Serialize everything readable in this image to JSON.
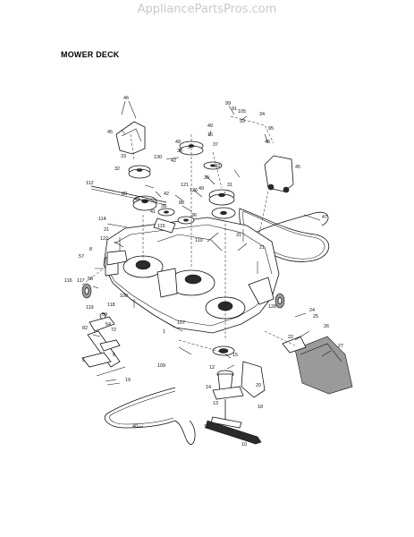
{
  "watermark": "AppliancePartsPros.com",
  "title": "MOWER DECK",
  "callouts": [
    {
      "id": "c46a",
      "label": "46"
    },
    {
      "id": "c45a",
      "label": "45"
    },
    {
      "id": "c99",
      "label": "99"
    },
    {
      "id": "c91",
      "label": "91"
    },
    {
      "id": "c105",
      "label": "105"
    },
    {
      "id": "c93",
      "label": "93"
    },
    {
      "id": "c34",
      "label": "34"
    },
    {
      "id": "c95",
      "label": "95"
    },
    {
      "id": "c49a",
      "label": "49"
    },
    {
      "id": "c16",
      "label": "16"
    },
    {
      "id": "c37",
      "label": "37"
    },
    {
      "id": "c49b",
      "label": "49"
    },
    {
      "id": "c130",
      "label": "130"
    },
    {
      "id": "c38",
      "label": "38"
    },
    {
      "id": "c33a",
      "label": "33"
    },
    {
      "id": "c42a",
      "label": "42"
    },
    {
      "id": "c32",
      "label": "32"
    },
    {
      "id": "c46b",
      "label": "46"
    },
    {
      "id": "c45b",
      "label": "45"
    },
    {
      "id": "c33b",
      "label": "33"
    },
    {
      "id": "c112",
      "label": "112"
    },
    {
      "id": "c30",
      "label": "30"
    },
    {
      "id": "c89",
      "label": "89"
    },
    {
      "id": "c121",
      "label": "121"
    },
    {
      "id": "c49c",
      "label": "49"
    },
    {
      "id": "c126",
      "label": "126"
    },
    {
      "id": "c31a",
      "label": "31"
    },
    {
      "id": "c43",
      "label": "43"
    },
    {
      "id": "c42b",
      "label": "42"
    },
    {
      "id": "c88",
      "label": "88"
    },
    {
      "id": "c39",
      "label": "39"
    },
    {
      "id": "c114",
      "label": "114"
    },
    {
      "id": "c41",
      "label": "41"
    },
    {
      "id": "c36",
      "label": "36"
    },
    {
      "id": "c47",
      "label": "47"
    },
    {
      "id": "c115",
      "label": "115"
    },
    {
      "id": "c110",
      "label": "110"
    },
    {
      "id": "c31b",
      "label": "31"
    },
    {
      "id": "c21a",
      "label": "21"
    },
    {
      "id": "c122",
      "label": "122"
    },
    {
      "id": "c8",
      "label": "8"
    },
    {
      "id": "c57",
      "label": "57"
    },
    {
      "id": "c21b",
      "label": "21"
    },
    {
      "id": "c116",
      "label": "116"
    },
    {
      "id": "c117",
      "label": "117"
    },
    {
      "id": "c58",
      "label": "58"
    },
    {
      "id": "c119",
      "label": "119"
    },
    {
      "id": "c118",
      "label": "118"
    },
    {
      "id": "c100",
      "label": "100"
    },
    {
      "id": "c59",
      "label": "59"
    },
    {
      "id": "c128",
      "label": "128"
    },
    {
      "id": "c24",
      "label": "24"
    },
    {
      "id": "c25",
      "label": "25"
    },
    {
      "id": "c26",
      "label": "26"
    },
    {
      "id": "c82",
      "label": "82"
    },
    {
      "id": "c72",
      "label": "72"
    },
    {
      "id": "c54",
      "label": "54"
    },
    {
      "id": "c107",
      "label": "107"
    },
    {
      "id": "c1",
      "label": "1"
    },
    {
      "id": "c12",
      "label": "12"
    },
    {
      "id": "c22",
      "label": "22"
    },
    {
      "id": "c27",
      "label": "27"
    },
    {
      "id": "c5",
      "label": "5"
    },
    {
      "id": "c6",
      "label": "6"
    },
    {
      "id": "c109",
      "label": "109"
    },
    {
      "id": "c15",
      "label": "15"
    },
    {
      "id": "c14",
      "label": "14"
    },
    {
      "id": "c20",
      "label": "20"
    },
    {
      "id": "c19",
      "label": "19"
    },
    {
      "id": "c40",
      "label": "40"
    },
    {
      "id": "c13",
      "label": "13"
    },
    {
      "id": "c11",
      "label": "11"
    },
    {
      "id": "c18",
      "label": "18"
    },
    {
      "id": "c10",
      "label": "10"
    }
  ]
}
